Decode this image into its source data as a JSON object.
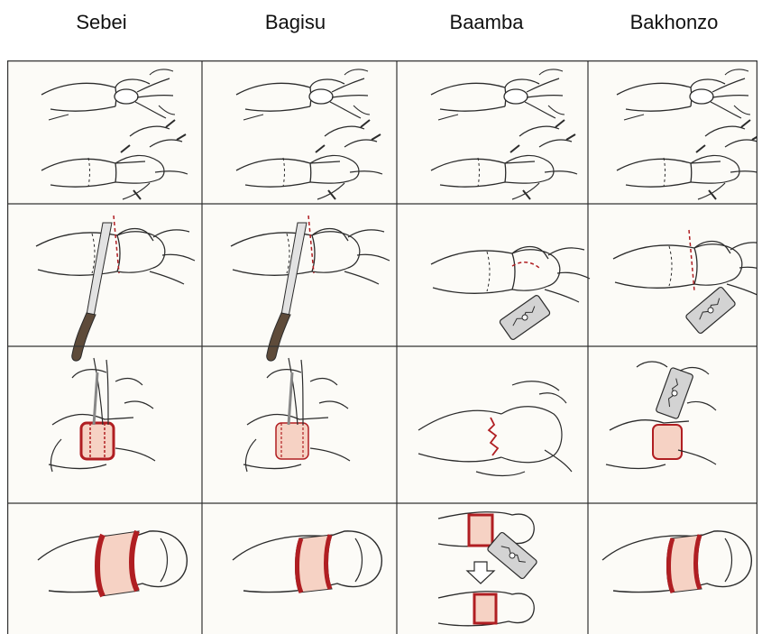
{
  "columns": [
    {
      "title": "Sebei"
    },
    {
      "title": "Bagisu"
    },
    {
      "title": "Baamba"
    },
    {
      "title": "Bakhonzo"
    }
  ],
  "colors": {
    "line": "#2b2b2b",
    "cell_bg": "#fcfbf7",
    "grid": "#333333",
    "blood": "#b01e22",
    "skin_pink": "#f6d2c4",
    "knife_handle": "#5e4b3a",
    "blade": "#cfcfcf"
  },
  "cells": [
    [
      "hands-stretch",
      "hands-stretch",
      "hands-stretch",
      "hands-stretch"
    ],
    [
      "knife-mark",
      "knife-mark",
      "razor-mark",
      "razor-mark"
    ],
    [
      "knife-cut-ring",
      "knife-cut-ring",
      "razor-jagged",
      "razor-cut-ring"
    ],
    [
      "healed-wide-band",
      "healed-band",
      "razor-two-stage",
      "healed-band"
    ]
  ]
}
